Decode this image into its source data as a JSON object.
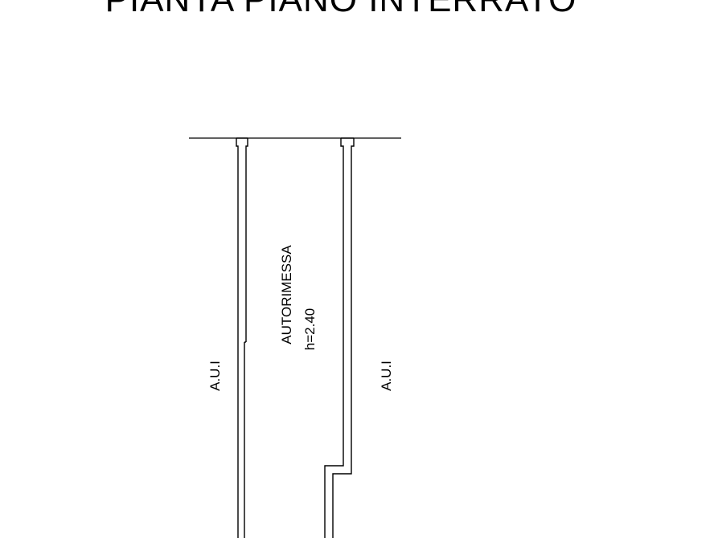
{
  "title": "PIANTA PIANO INTERRATO",
  "rooms": {
    "garage": {
      "name": "AUTORIMESSA",
      "height": "h=2.40"
    },
    "left_neighbor": "A.U.I",
    "right_neighbor": "A.U.I"
  }
}
